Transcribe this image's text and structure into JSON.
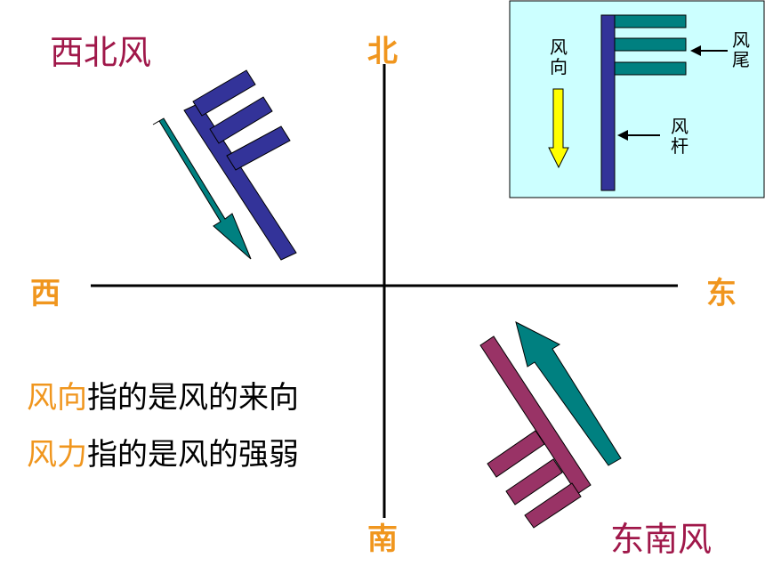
{
  "directions": {
    "north": "北",
    "south": "南",
    "east": "东",
    "west": "西"
  },
  "wind_examples": {
    "northwest": "西北风",
    "southeast": "东南风"
  },
  "definitions": [
    {
      "term": "风向",
      "text": "指的是风的来向"
    },
    {
      "term": "风力",
      "text": "指的是风的强弱"
    }
  ],
  "legend": {
    "wind_direction_label": "风向",
    "wind_tail_label": "风尾",
    "wind_shaft_label": "风杆"
  },
  "colors": {
    "direction_labels": "#f0961e",
    "wind_names": "#a0184a",
    "teal": "#008080",
    "navy_shaft": "#333399",
    "magenta_shaft": "#993366",
    "inset_bg": "#ccffff",
    "yellow_arrow": "#ffff00"
  }
}
